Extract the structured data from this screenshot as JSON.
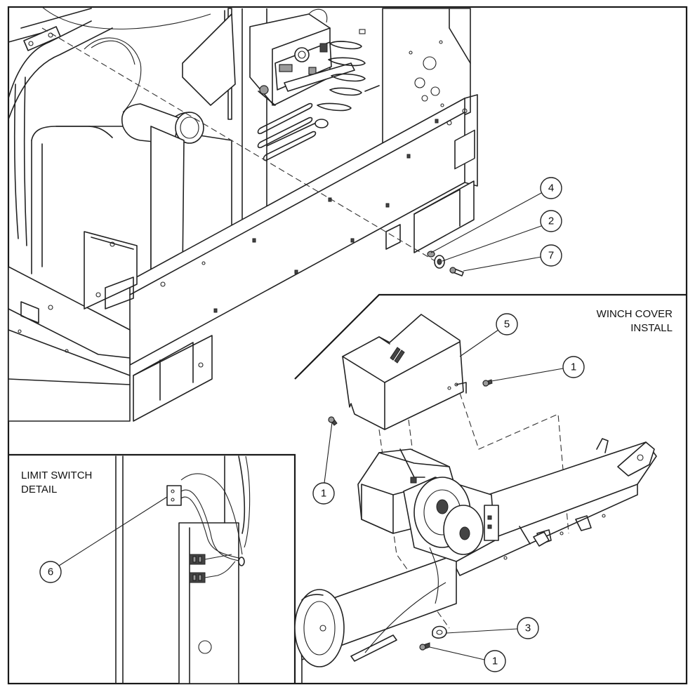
{
  "views": {
    "winch_cover": {
      "title_line1": "WINCH COVER",
      "title_line2": "INSTALL"
    },
    "limit_switch": {
      "title_line1": "LIMIT SWITCH",
      "title_line2": "DETAIL"
    }
  },
  "callouts": [
    {
      "id": "callout-4",
      "label": "4"
    },
    {
      "id": "callout-2",
      "label": "2"
    },
    {
      "id": "callout-7",
      "label": "7"
    },
    {
      "id": "callout-5",
      "label": "5"
    },
    {
      "id": "callout-1a",
      "label": "1"
    },
    {
      "id": "callout-1b",
      "label": "1"
    },
    {
      "id": "callout-3",
      "label": "3"
    },
    {
      "id": "callout-1c",
      "label": "1"
    },
    {
      "id": "callout-6",
      "label": "6"
    }
  ]
}
